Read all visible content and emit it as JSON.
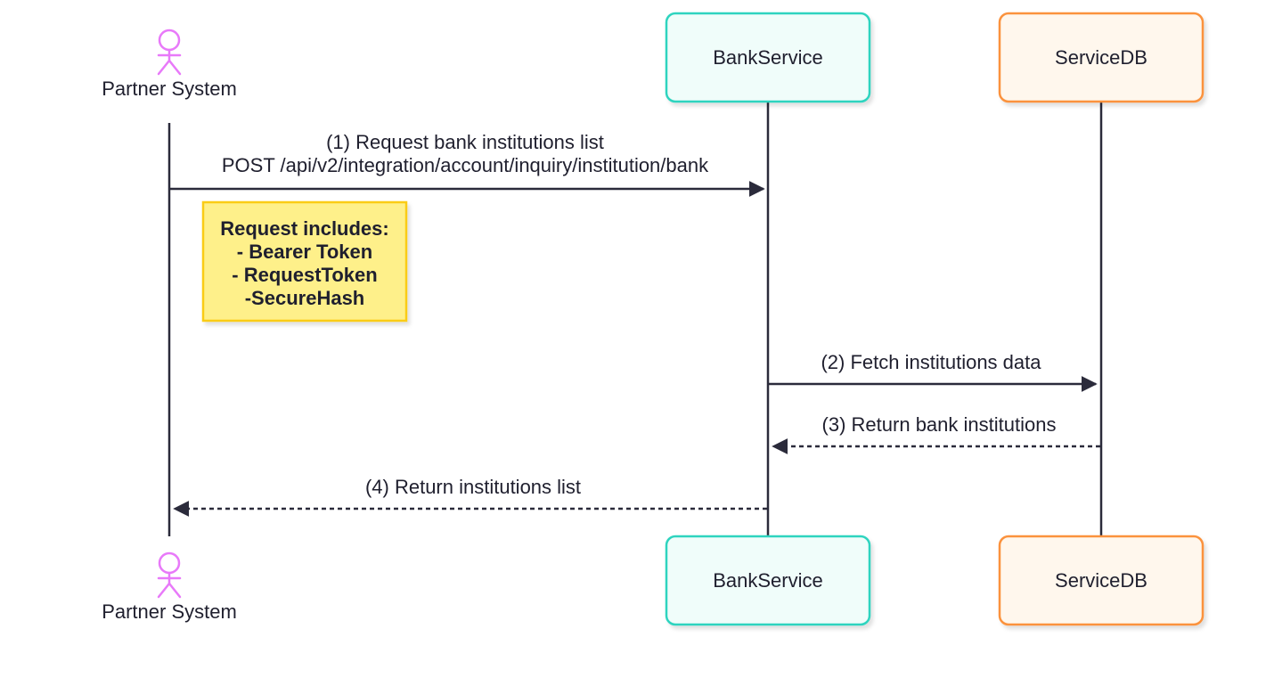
{
  "participants": {
    "partner": {
      "name": "Partner System",
      "color": "#e879f9"
    },
    "bank": {
      "name": "BankService",
      "border": "#2dd4bf",
      "fill": "#f0fdfa"
    },
    "db": {
      "name": "ServiceDB",
      "border": "#fb923c",
      "fill": "#fff7ed"
    }
  },
  "messages": [
    {
      "line1": "(1) Request bank institutions list",
      "line2": "POST /api/v2/integration/account/inquiry/institution/bank",
      "style": "solid"
    },
    {
      "line1": "(2) Fetch institutions data",
      "style": "solid"
    },
    {
      "line1": "(3) Return bank institutions",
      "style": "dashed"
    },
    {
      "line1": "(4) Return institutions list",
      "style": "dashed"
    }
  ],
  "note": {
    "lines": [
      "Request includes:",
      "- Bearer Token",
      "- RequestToken",
      "-SecureHash"
    ],
    "border": "#facc15",
    "fill": "#fef08a"
  },
  "line_color": "#2b2b3b"
}
